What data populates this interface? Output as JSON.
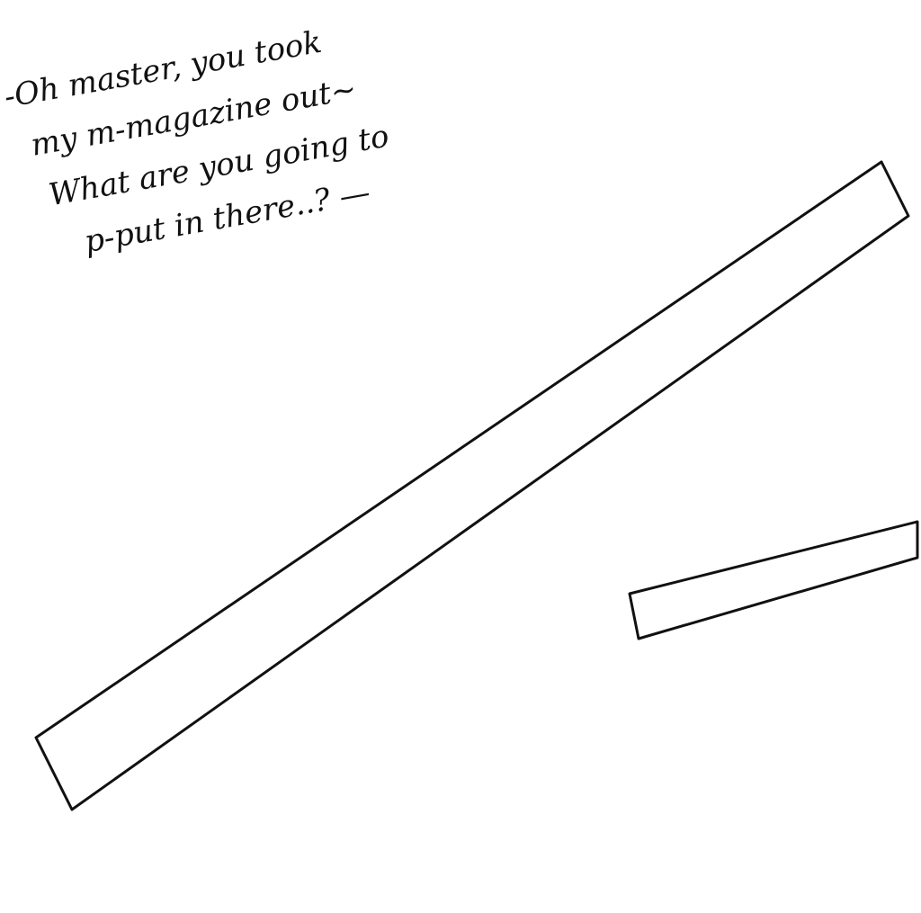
{
  "caption": {
    "lines": [
      "-Oh master, you took",
      "my m-magazine out~",
      "What are you going to",
      "p-put in there..? —"
    ]
  },
  "colors": {
    "ink": "#111111",
    "accent": "#c27ee0"
  }
}
